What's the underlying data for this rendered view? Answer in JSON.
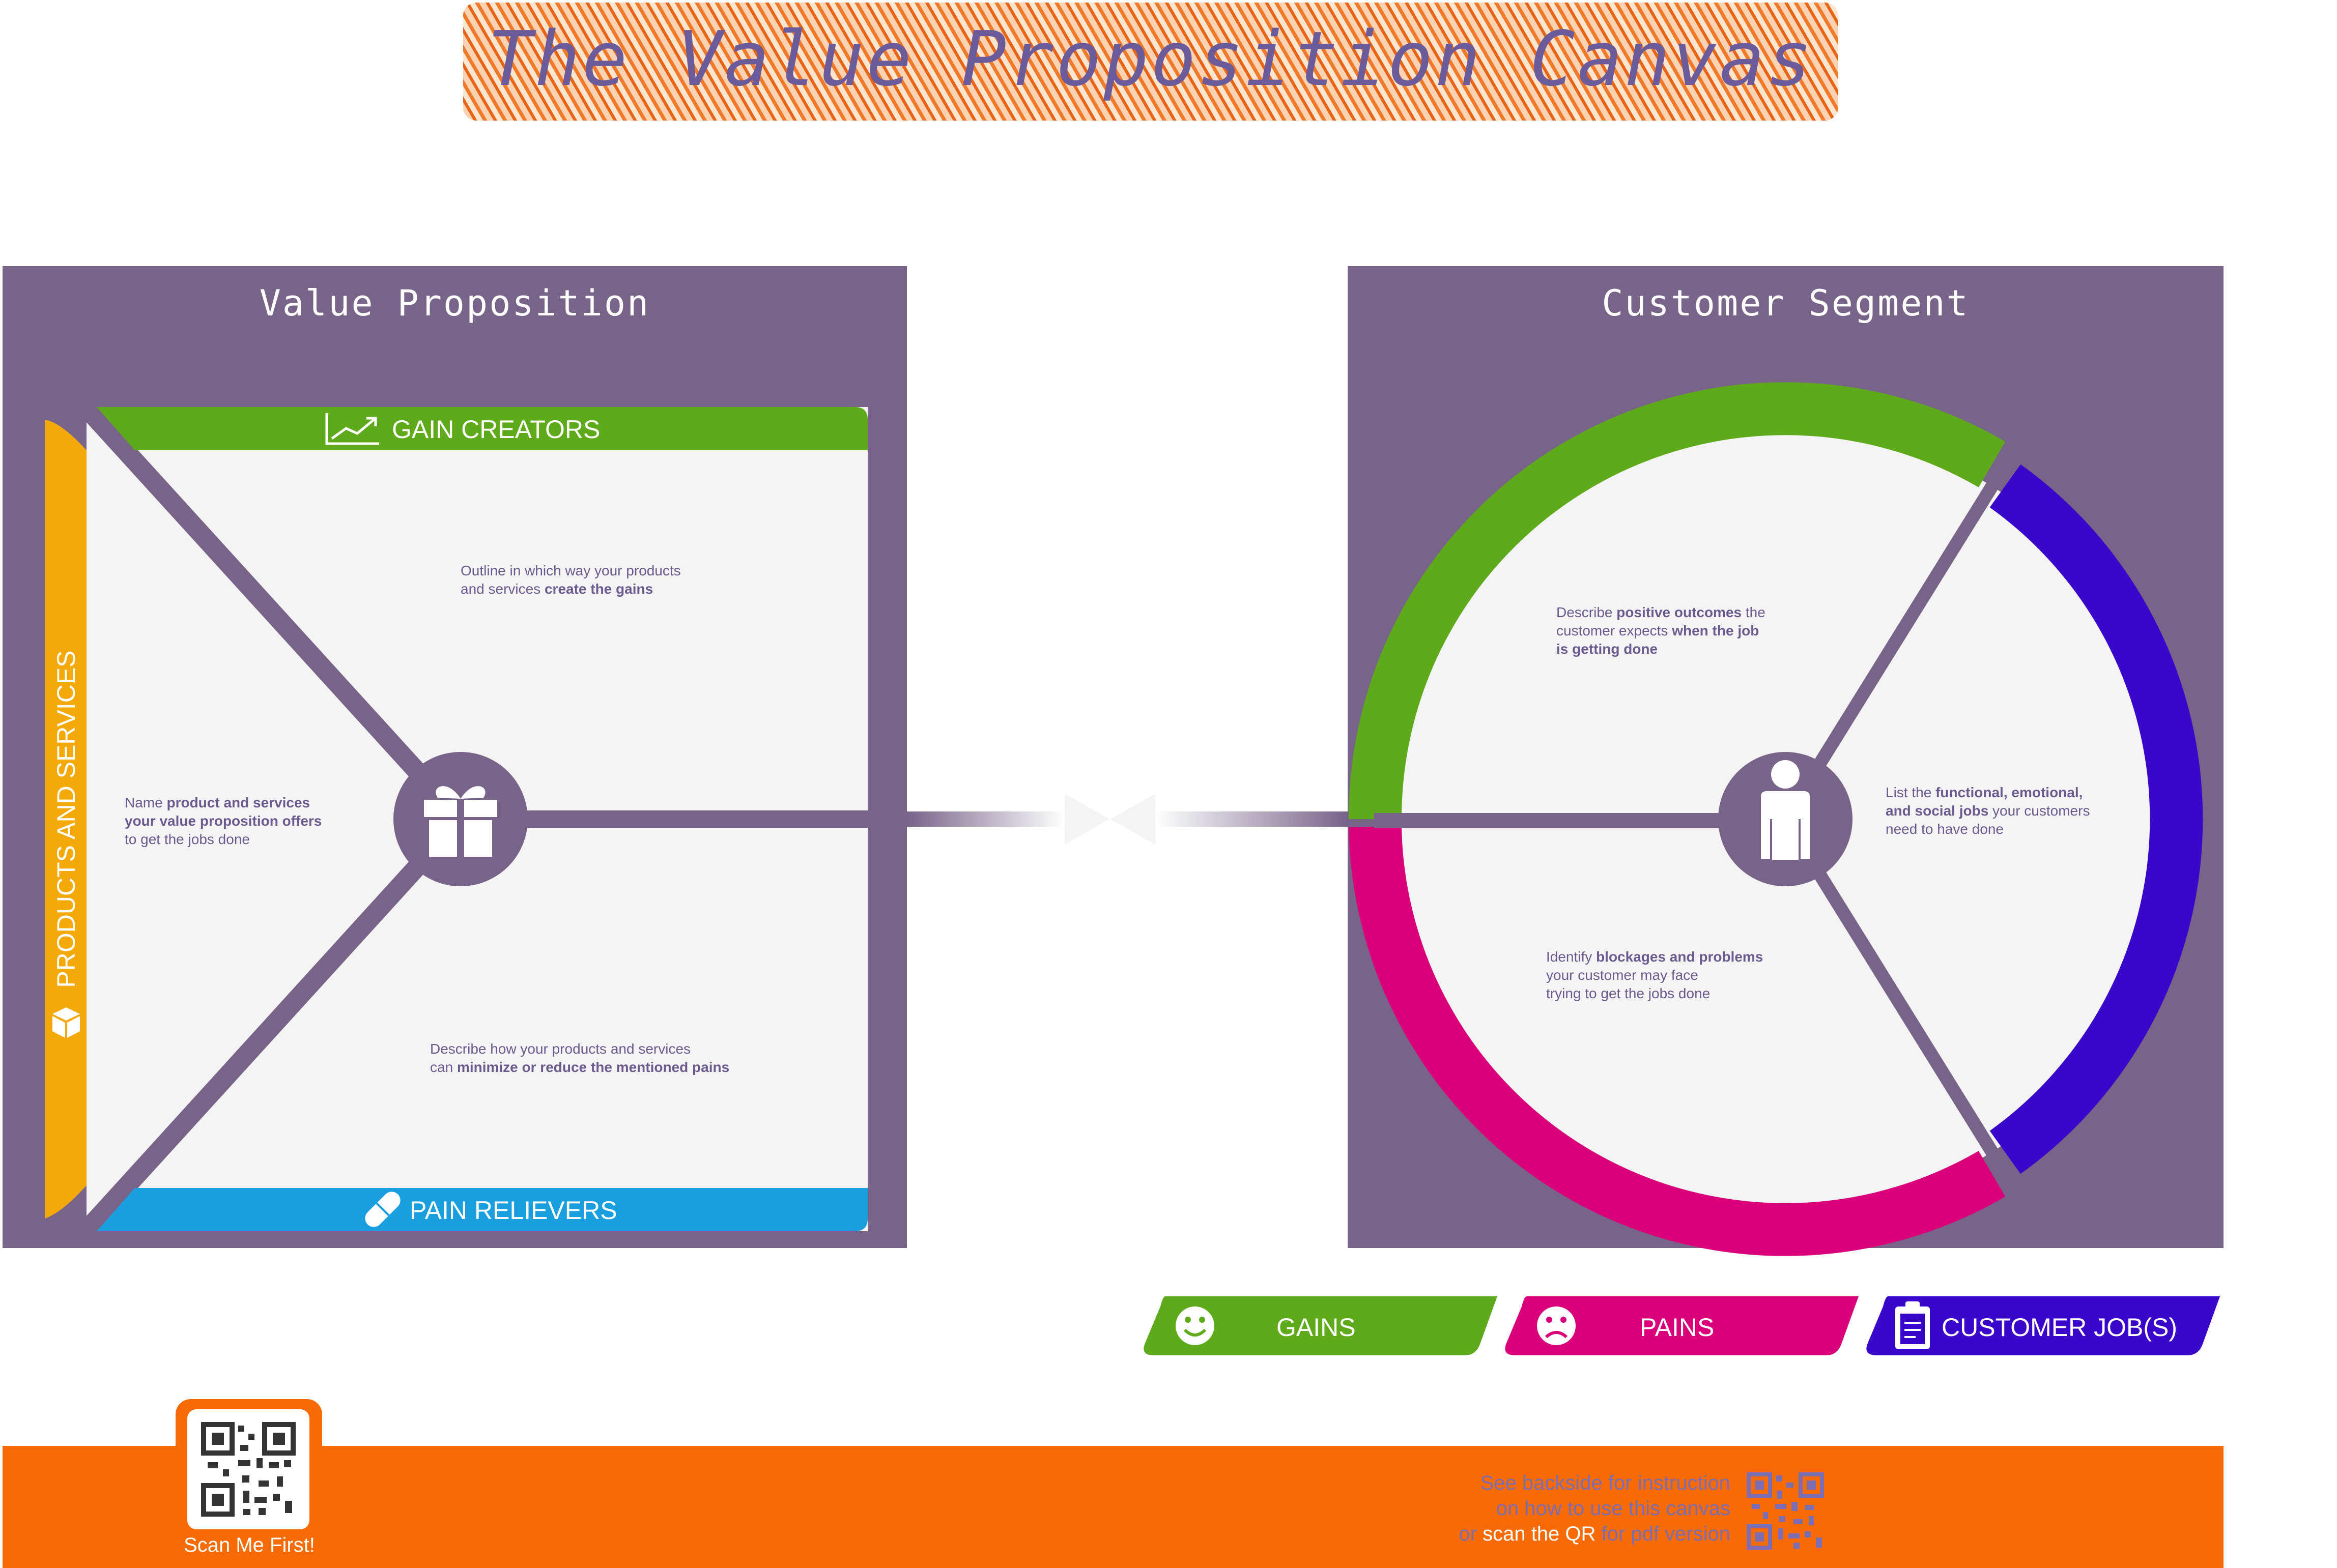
{
  "title": "The Value Proposition Canvas",
  "value_proposition": {
    "heading": "Value Proposition",
    "gain_creators": {
      "label": "GAIN CREATORS",
      "desc_line1": "Outline in which way your products",
      "desc_line2_pre": "and services ",
      "desc_line2_bold": "create the gains"
    },
    "products": {
      "label": "PRODUCTS AND SERVICES",
      "desc_line1_pre": "Name ",
      "desc_line1_bold": "product and services",
      "desc_line2_bold": "your value proposition offers",
      "desc_line3": "to get the jobs done"
    },
    "pain_relievers": {
      "label": "PAIN RELIEVERS",
      "desc_line1": "Describe how your products and services",
      "desc_line2_pre": "can ",
      "desc_line2_bold": "minimize or reduce the mentioned pains"
    }
  },
  "customer_segment": {
    "heading": "Customer Segment",
    "gains_desc": {
      "line1_pre": "Describe ",
      "line1_bold": "positive outcomes",
      "line1_post": " the",
      "line2_pre": "customer expects ",
      "line2_bold": "when the job",
      "line3_bold": "is getting done"
    },
    "jobs_desc": {
      "line1_pre": "List the ",
      "line1_bold": "functional, emotional,",
      "line2_bold": "and social jobs",
      "line2_post": " your customers",
      "line3": "need to have done"
    },
    "pains_desc": {
      "line1_pre": "Identify ",
      "line1_bold": "blockages and problems",
      "line2": "your customer may face",
      "line3": "trying to get the jobs done"
    }
  },
  "legend": {
    "gains": "GAINS",
    "pains": "PAINS",
    "jobs": "CUSTOMER JOB(S)"
  },
  "footer": {
    "scan_me": "Scan Me First!",
    "line1": "See backside for instruction",
    "line2": "on how to use this canvas",
    "line3_pre": "or ",
    "line3_hl": "scan the QR",
    "line3_post": " for pdf version"
  },
  "colors": {
    "purple": "#786389",
    "gain_green": "#5faa1b",
    "pain_pink": "#d9007a",
    "jobs_blue": "#3a06c9",
    "pain_relievers_blue": "#199fe0",
    "products_orange": "#f4a90b",
    "footer_orange": "#f76b06",
    "text_purple": "#6b5a8e"
  }
}
